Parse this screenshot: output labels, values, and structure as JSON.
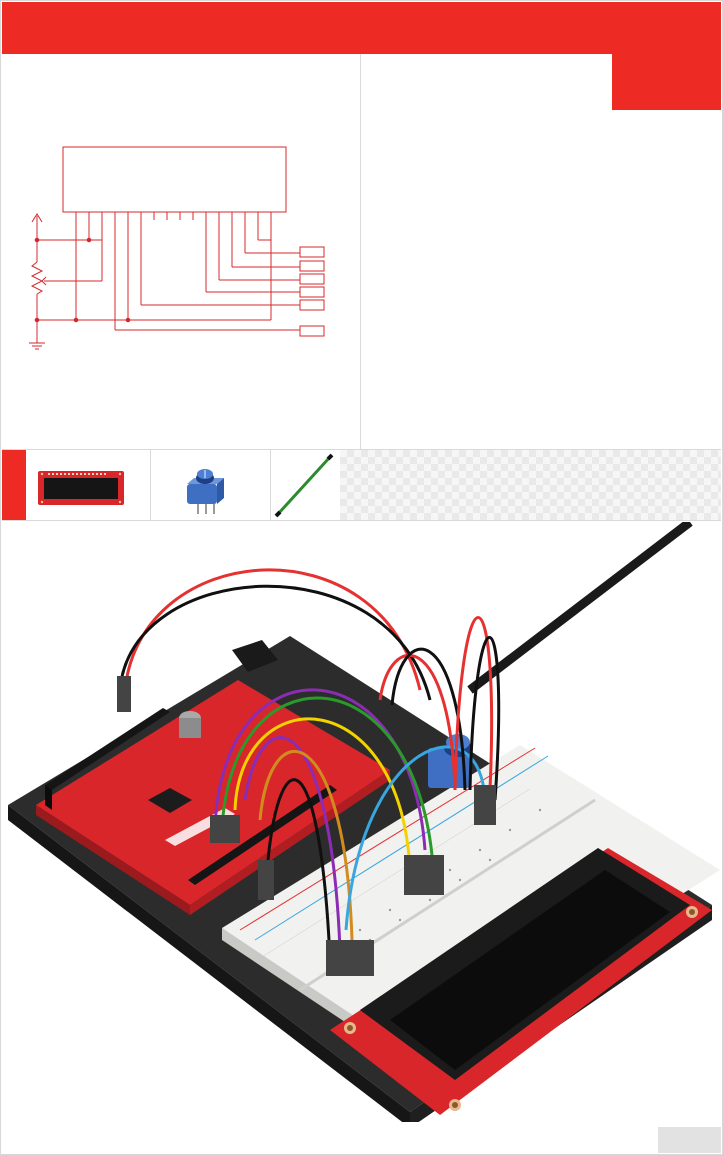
{
  "colors": {
    "brand_red": "#ee2a24",
    "schematic_red": "#d4282e",
    "board_red": "#d9262b",
    "breadboard_white": "#f1f1ef",
    "base_plate": "#2c2c2c",
    "lcd_black": "#1b1b1b",
    "pot_blue": "#3f6fc2",
    "wire_colors": [
      "#e53130",
      "#101010",
      "#8b2db2",
      "#2a9a2a",
      "#f2d200",
      "#3aa6e0",
      "#8c5a2b",
      "#d18c1e"
    ]
  },
  "parts_strip": {
    "items": [
      {
        "icon": "lcd-module-icon"
      },
      {
        "icon": "potentiometer-icon"
      },
      {
        "icon": "jumper-wire-icon"
      }
    ]
  },
  "schematic": {
    "components": [
      "lcd-header",
      "potentiometer",
      "power-arrow",
      "ground-symbol",
      "pin-labels"
    ],
    "pin_label_count": 6
  }
}
